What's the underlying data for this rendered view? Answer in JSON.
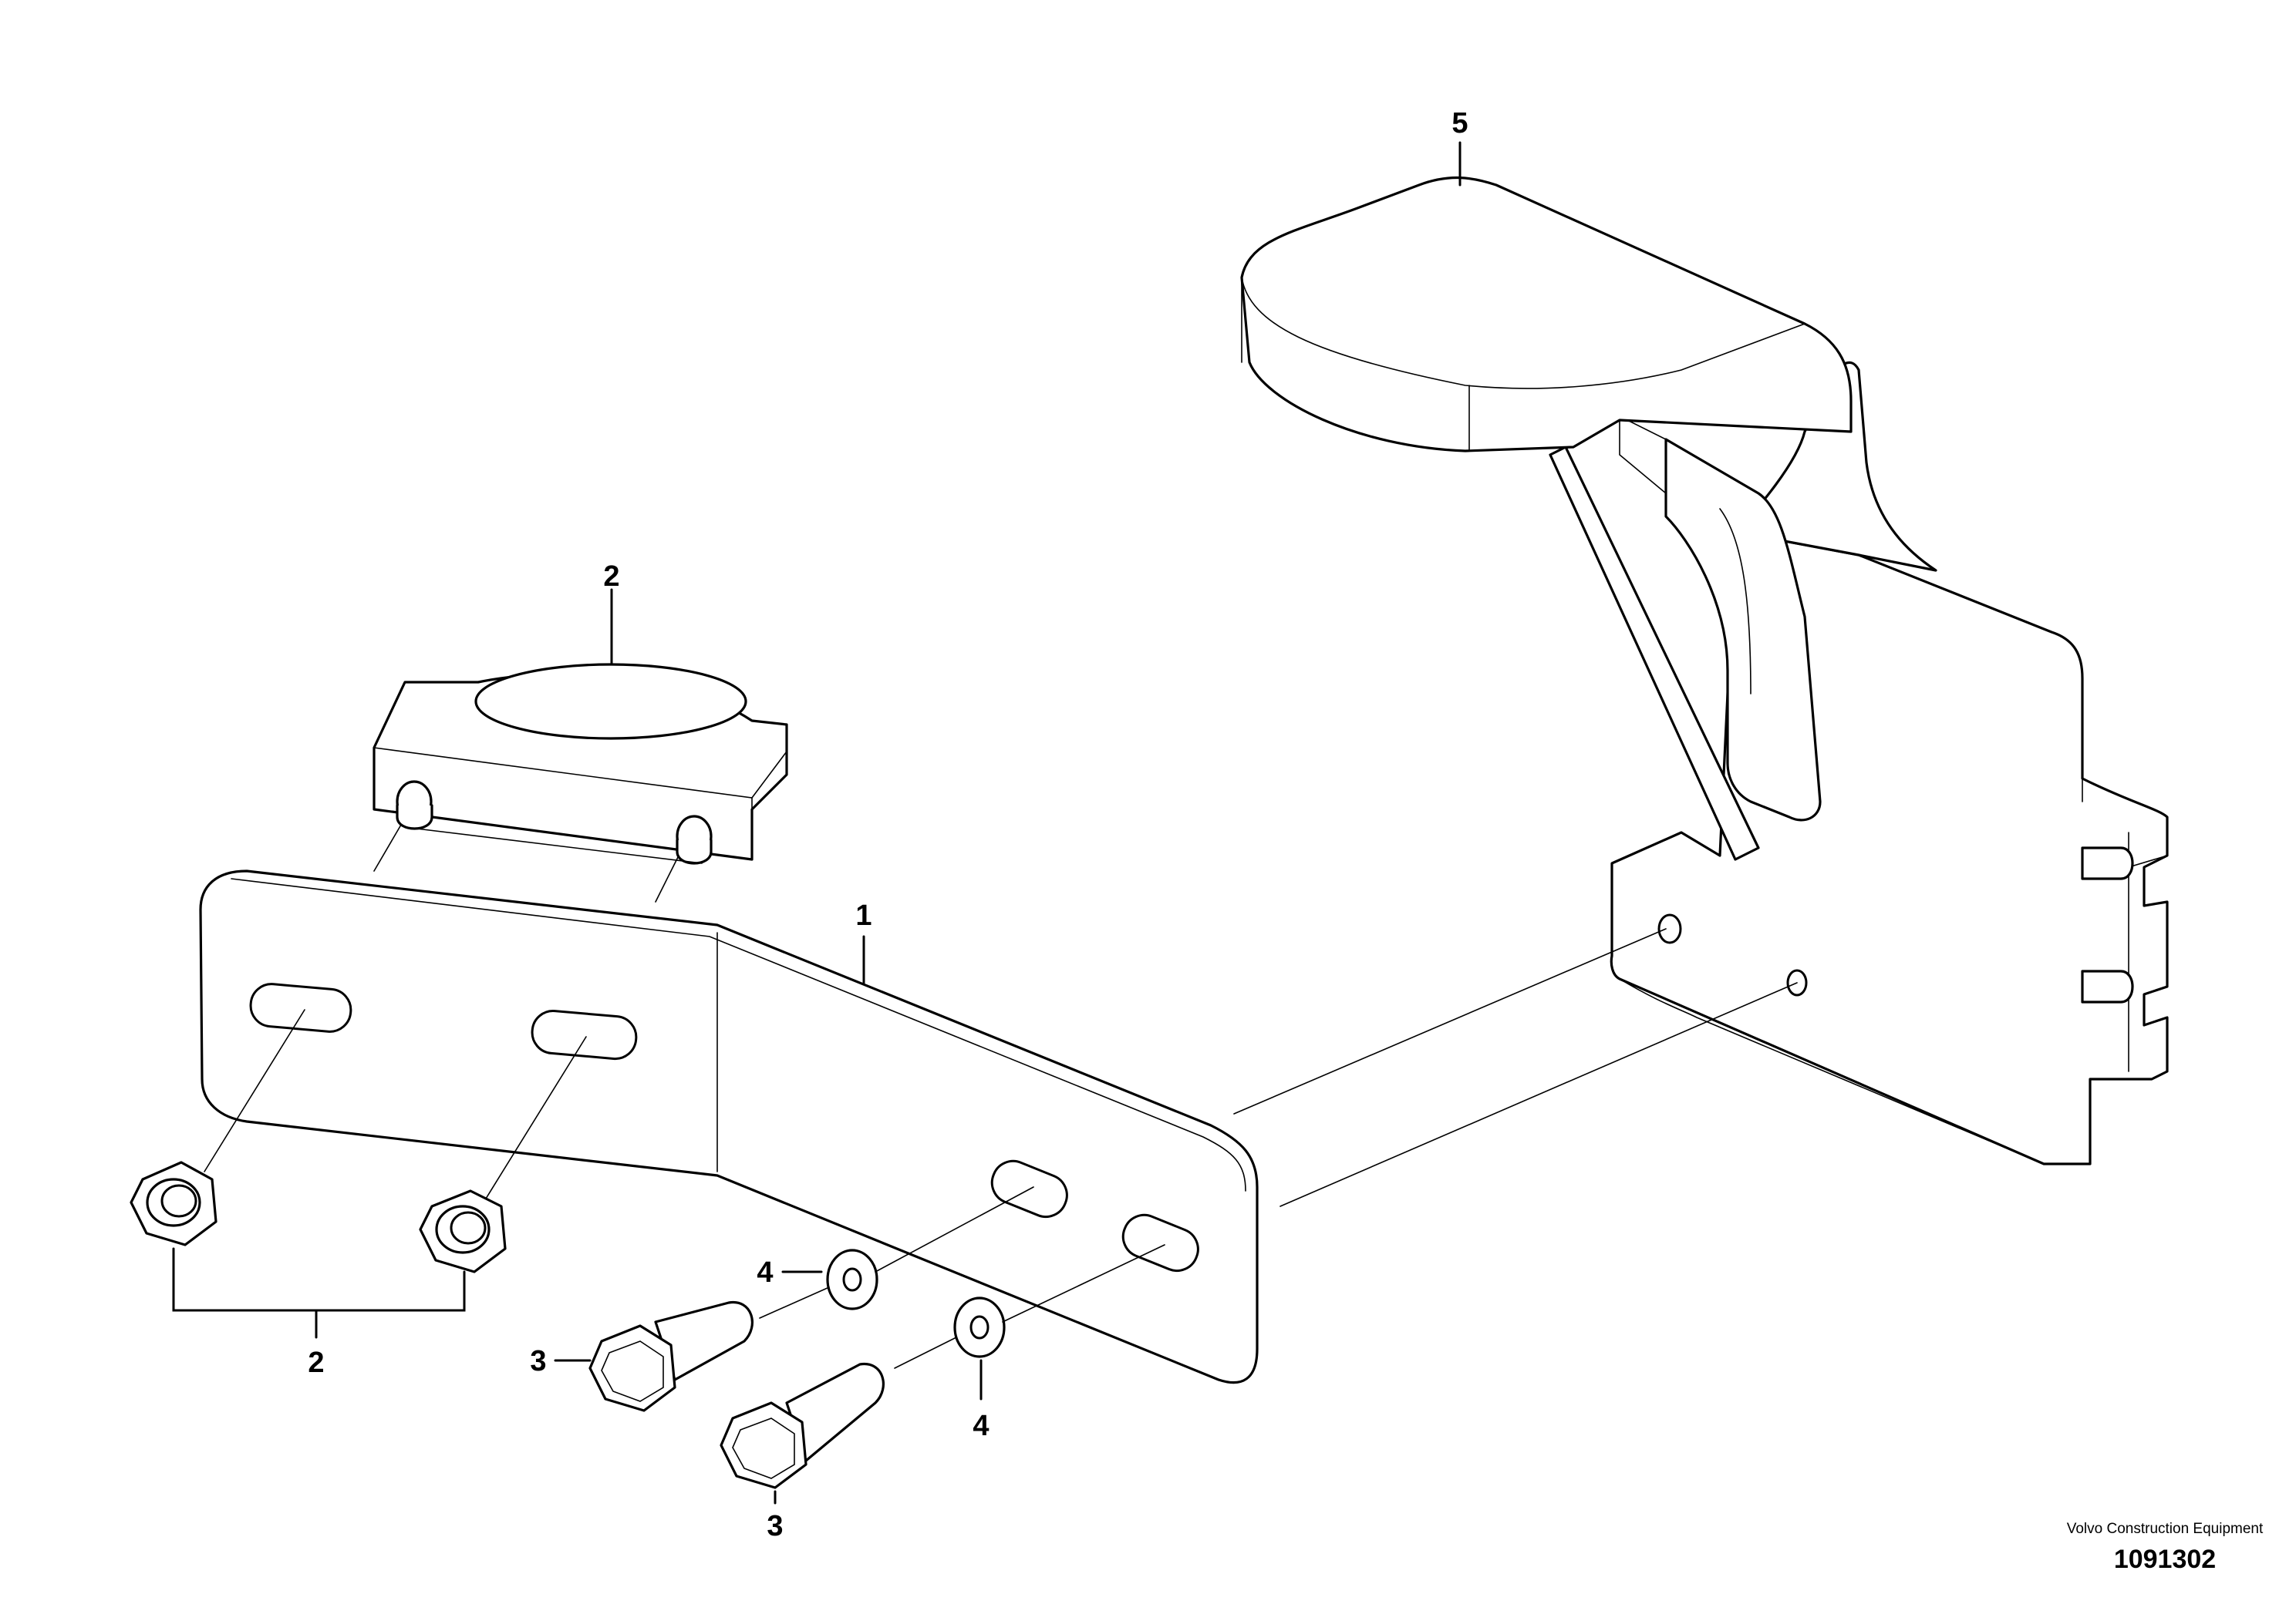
{
  "callouts": {
    "bracket": "1",
    "clamp_top": "2",
    "nuts_bottom": "2",
    "bolt_upper": "3",
    "bolt_lower": "3",
    "washer_upper": "4",
    "washer_lower": "4",
    "holder": "5"
  },
  "footer": {
    "company": "Volvo Construction Equipment",
    "drawing_number": "1091302"
  },
  "colors": {
    "line": "#000000",
    "background": "#ffffff"
  }
}
